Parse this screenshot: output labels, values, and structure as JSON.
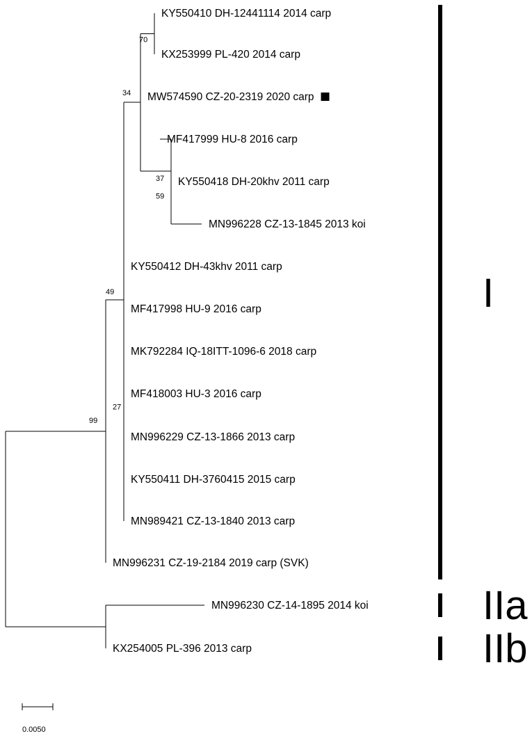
{
  "taxa": [
    {
      "id": "t1",
      "label": "KY550410 DH-12441114 2014 carp"
    },
    {
      "id": "t2",
      "label": "KX253999 PL-420 2014 carp"
    },
    {
      "id": "t3",
      "label": "MW574590 CZ-20-2319 2020 carp",
      "marker": "square"
    },
    {
      "id": "t4",
      "label": "MF417999 HU-8 2016 carp"
    },
    {
      "id": "t5",
      "label": "KY550418 DH-20khv 2011 carp"
    },
    {
      "id": "t6",
      "label": "MN996228 CZ-13-1845 2013 koi"
    },
    {
      "id": "t7",
      "label": "KY550412 DH-43khv 2011 carp"
    },
    {
      "id": "t8",
      "label": "MF417998 HU-9 2016 carp"
    },
    {
      "id": "t9",
      "label": "MK792284 IQ-18ITT-1096-6 2018 carp"
    },
    {
      "id": "t10",
      "label": "MF418003 HU-3 2016 carp"
    },
    {
      "id": "t11",
      "label": "MN996229 CZ-13-1866 2013 carp"
    },
    {
      "id": "t12",
      "label": "KY550411 DH-3760415 2015 carp"
    },
    {
      "id": "t13",
      "label": "MN989421 CZ-13-1840 2013 carp"
    },
    {
      "id": "t14",
      "label": "MN996231 CZ-19-2184 2019 carp (SVK)"
    },
    {
      "id": "t15",
      "label": "MN996230 CZ-14-1895 2014 koi"
    },
    {
      "id": "t16",
      "label": "KX254005 PL-396 2013 carp"
    }
  ],
  "bootstrap": [
    {
      "node": "n70",
      "value": "70"
    },
    {
      "node": "n34",
      "value": "34"
    },
    {
      "node": "n37",
      "value": "37"
    },
    {
      "node": "n59",
      "value": "59"
    },
    {
      "node": "n49",
      "value": "49"
    },
    {
      "node": "n27",
      "value": "27"
    },
    {
      "node": "n99",
      "value": "99"
    }
  ],
  "groups": [
    {
      "name": "I",
      "from": "t1",
      "to": "t14"
    },
    {
      "name": "IIa",
      "from": "t15",
      "to": "t15"
    },
    {
      "name": "IIb",
      "from": "t16",
      "to": "t16"
    }
  ],
  "scale_bar": {
    "value": 0.005,
    "label": "0.0050"
  },
  "colors": {
    "ink": "#000000",
    "background": "#ffffff"
  }
}
